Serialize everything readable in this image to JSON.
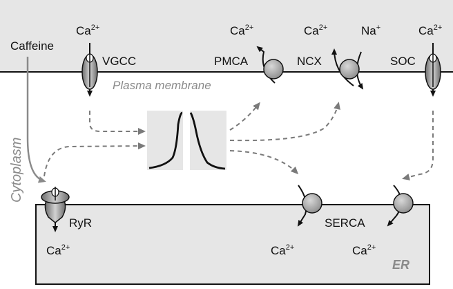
{
  "labels": {
    "caffeine": "Caffeine",
    "vgcc": "VGCC",
    "pmca": "PMCA",
    "ncx": "NCX",
    "soc": "SOC",
    "ryr": "RyR",
    "serca": "SERCA",
    "plasma_membrane": "Plasma membrane",
    "cytoplasm": "Cytoplasm",
    "er": "ER"
  },
  "ions": {
    "ca_base": "Ca",
    "ca_charge": "2+",
    "na_base": "Na",
    "na_charge": "+"
  },
  "colors": {
    "region_fill": "#e6e6e6",
    "channel_gray": "#9a9a9a",
    "pump_gray": "#a8a8a8",
    "dashed_arrow": "#7a7a7a",
    "caffeine_arrow": "#8a8a8a",
    "italic_label": "#8a8a8a"
  }
}
